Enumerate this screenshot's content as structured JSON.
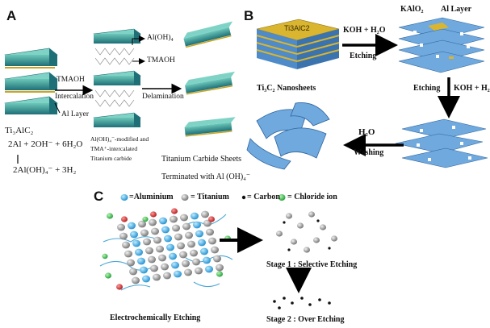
{
  "panel_a": {
    "letter": "A",
    "reactant": "Ti₃AlC₂",
    "eq1": "2Al + 2OH⁻ + 6H₂O",
    "eq2": "2Al(OH)₄⁻ + 3H₂",
    "tmaoh_label": "TMAOH",
    "intercalation_label": "Intercalation",
    "al_layer_label": "Al Layer",
    "aloh4_label": "Al(OH)₄",
    "tmaoh_label_2": "TMAOH",
    "delamination_label": "Delamination",
    "intermediate_line1": "Al(OH)₄⁻-modified and",
    "intermediate_line2": "TMA⁺-intercalated",
    "intermediate_line3": "Titanium carbide",
    "product_line1": "Titanium  Carbide  Sheets",
    "product_line2": "Terminated  with  Al (OH)₄⁻"
  },
  "panel_b": {
    "letter": "B",
    "block_label": "Ti3AlC2",
    "reagent_1": "KOH + H₂O",
    "step_1": "Etching",
    "kalo2_label": "KAlO₂",
    "al_layer_label": "Al Layer",
    "step_2": "Etching",
    "reagent_2": "KOH + H₂O",
    "nanosheets_label": "Ti₃C₂  Nanosheets",
    "water_label": "H₂O",
    "washing_label": "Washing"
  },
  "panel_c": {
    "letter": "C",
    "legend": [
      {
        "label": "=Aluminium",
        "color": "#3ab0e0"
      },
      {
        "label": "= Titanium",
        "color": "#9a9a9a"
      },
      {
        "label": "= Carbon",
        "color": "#111111"
      },
      {
        "label": "= Chloride  ion",
        "color": "#33c24a"
      }
    ],
    "stage1": "Stage 1 : Selective Etching",
    "stage2": "Stage 2 : Over Etching",
    "process_label": "Electrochemically  Etching"
  },
  "colors": {
    "teal": "#2f8f8a",
    "sheet_blue": "#5b9bd5",
    "gold": "#d4b020",
    "arrow": "#000000"
  }
}
